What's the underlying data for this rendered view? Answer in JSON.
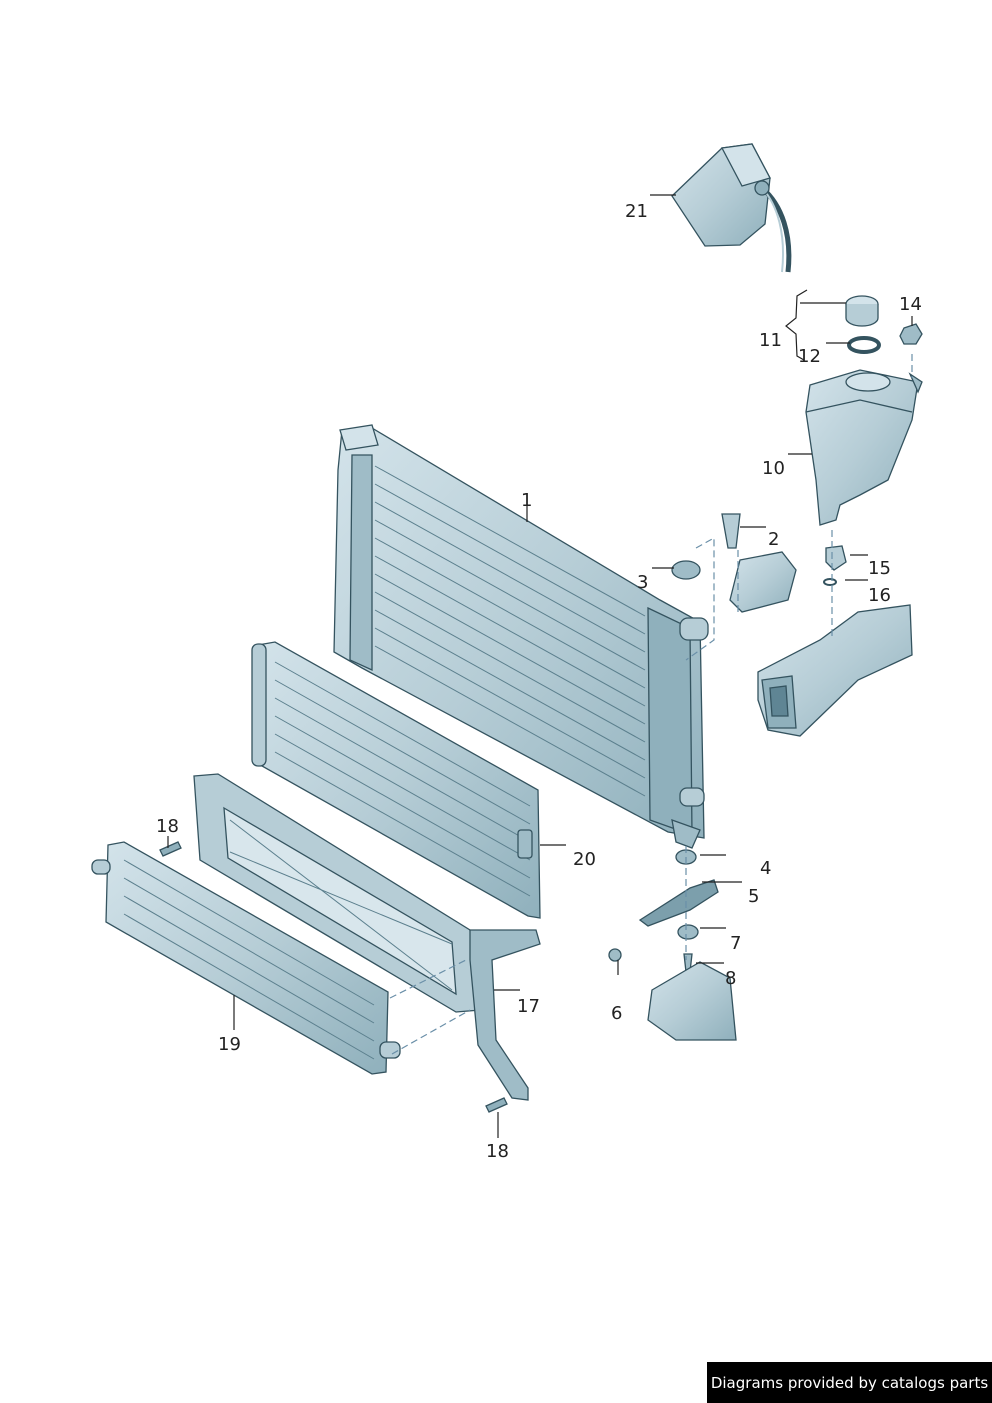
{
  "colors": {
    "part_fill": "#b6cdd6",
    "part_light": "#d3e3ea",
    "part_dark": "#7c9fac",
    "outline": "#34535f",
    "leader": "#222222",
    "credit_bg": "#000000",
    "credit_text": "#ffffff"
  },
  "callouts": {
    "p1": "1",
    "p2": "2",
    "p3": "3",
    "p4": "4",
    "p5": "5",
    "p6": "6",
    "p7": "7",
    "p8": "8",
    "p10": "10",
    "p11": "11",
    "p12": "12",
    "p14": "14",
    "p15": "15",
    "p16": "16",
    "p17": "17",
    "p18a": "18",
    "p18b": "18",
    "p19": "19",
    "p20": "20",
    "p21": "21"
  },
  "credit": "Diagrams provided by catalogs parts"
}
